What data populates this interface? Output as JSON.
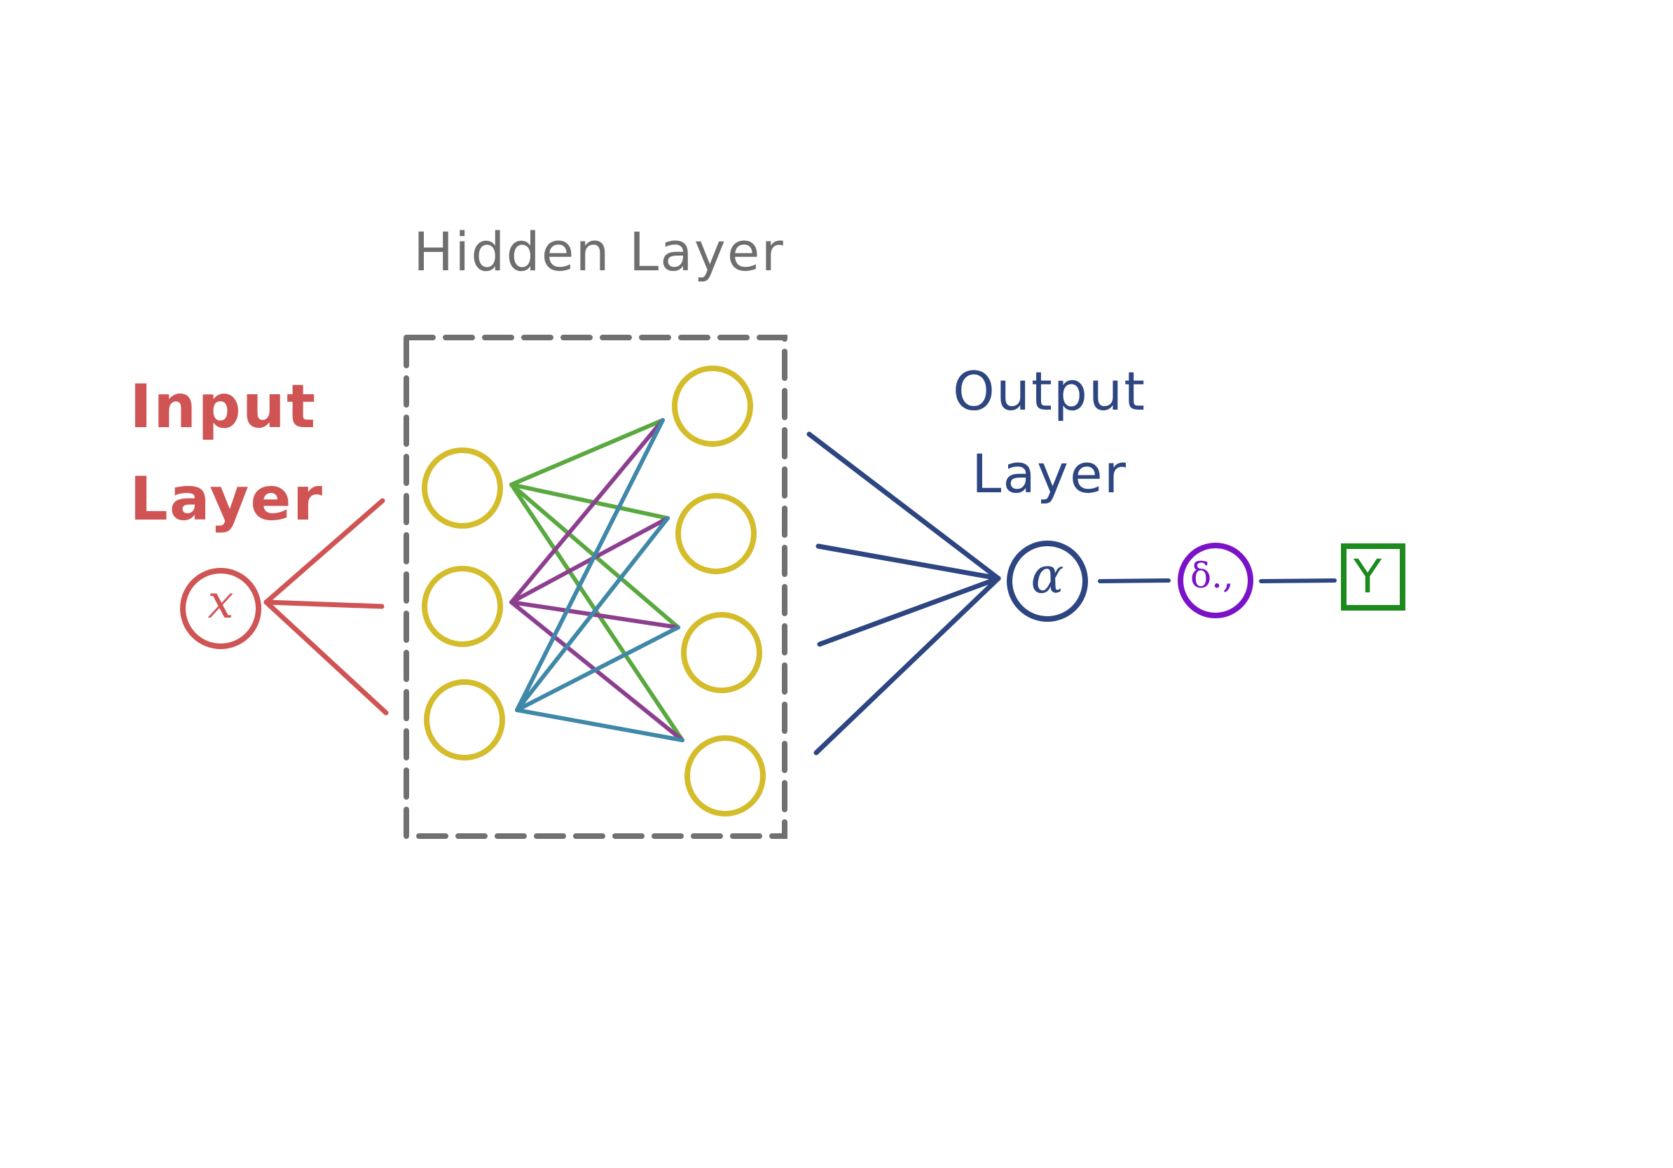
{
  "labels": {
    "input_line1": "Input",
    "input_line2": "Layer",
    "hidden": "Hidden Layer",
    "output_line1": "Output",
    "output_line2": "Layer"
  },
  "nodes": {
    "input_symbol": "x",
    "output_symbol": "α",
    "activation_symbol": "δ.,",
    "result_symbol": "Y"
  },
  "colors": {
    "input": "#d05454",
    "hidden_box": "#707070",
    "hidden_nodes": "#d4bc2a",
    "edge_green": "#5aa840",
    "edge_purple": "#8d3f8f",
    "edge_blue": "#3f88a8",
    "output": "#2d4580",
    "activation": "#7a12c8",
    "result": "#1d8a1d"
  }
}
